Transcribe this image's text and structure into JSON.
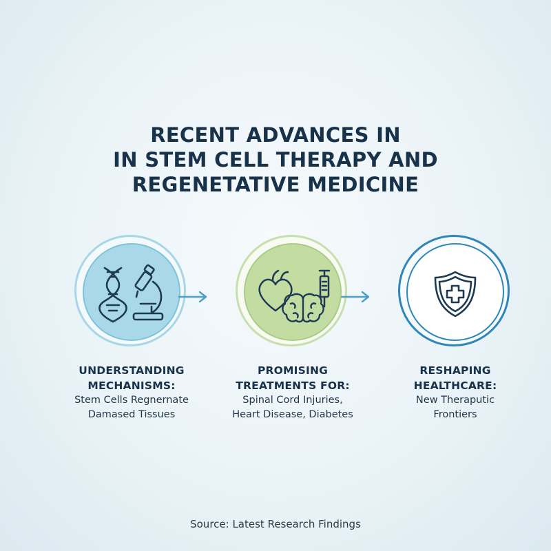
{
  "title": {
    "line1": "RECENT ADVANCES IN",
    "line2": "IN STEM CELL THERAPY AND",
    "line3": "REGENETATIVE MEDICINE"
  },
  "steps": [
    {
      "heading1": "UNDERSTANDING",
      "heading2": "MECHANISMS:",
      "text1": "Stem Cells Regnernate",
      "text2": "Damased Tissues",
      "icons": [
        "dna-icon",
        "microscope-icon"
      ],
      "fill_color": "#a9d8e8",
      "ring_color": "#5bb3d2"
    },
    {
      "heading1": "PROMISING",
      "heading2": "TREATMENTS FOR:",
      "text1": "Spinal Cord Injuries,",
      "text2": "Heart Disease, Diabetes",
      "icons": [
        "heart-icon",
        "brain-icon",
        "syringe-icon"
      ],
      "fill_color": "#c3dca2",
      "ring_color": "#a9cc8a"
    },
    {
      "heading1": "RESHAPING",
      "heading2": "HEALTHCARE:",
      "text1": "New Theraputic",
      "text2": "Frontiers",
      "icons": [
        "shield-cross-icon"
      ],
      "fill_color": "#ffffff",
      "ring_color": "#2f86b8"
    }
  ],
  "source": "Source: Latest Research Findings",
  "colors": {
    "title": "#18324a",
    "icon_stroke": "#1d3a52",
    "arrow": "#4a9fc9"
  }
}
